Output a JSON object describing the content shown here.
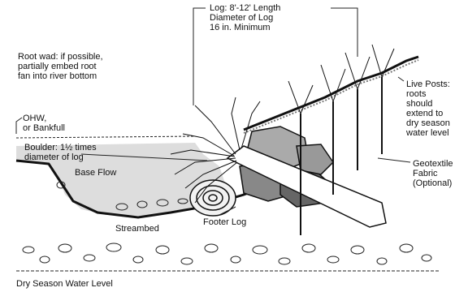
{
  "labels": {
    "root_wad": [
      "Root wad: if possible,",
      "partially embed root",
      "fan into river bottom"
    ],
    "log": [
      "Log: 8'-12' Length",
      "Diameter of Log",
      "16 in. Minimum"
    ],
    "ohw": [
      "OHW,",
      "or Bankfull"
    ],
    "boulder": [
      "Boulder: 1½ times",
      "diameter of log"
    ],
    "base_flow": "Base Flow",
    "streambed": "Streambed",
    "footer_log": "Footer Log",
    "dry_season": "Dry Season Water Level",
    "live_posts": [
      "Live Posts:",
      "roots",
      "should",
      "extend to",
      "dry season",
      "water level"
    ],
    "geotextile": [
      "Geotextile",
      "Fabric",
      "(Optional)"
    ]
  }
}
